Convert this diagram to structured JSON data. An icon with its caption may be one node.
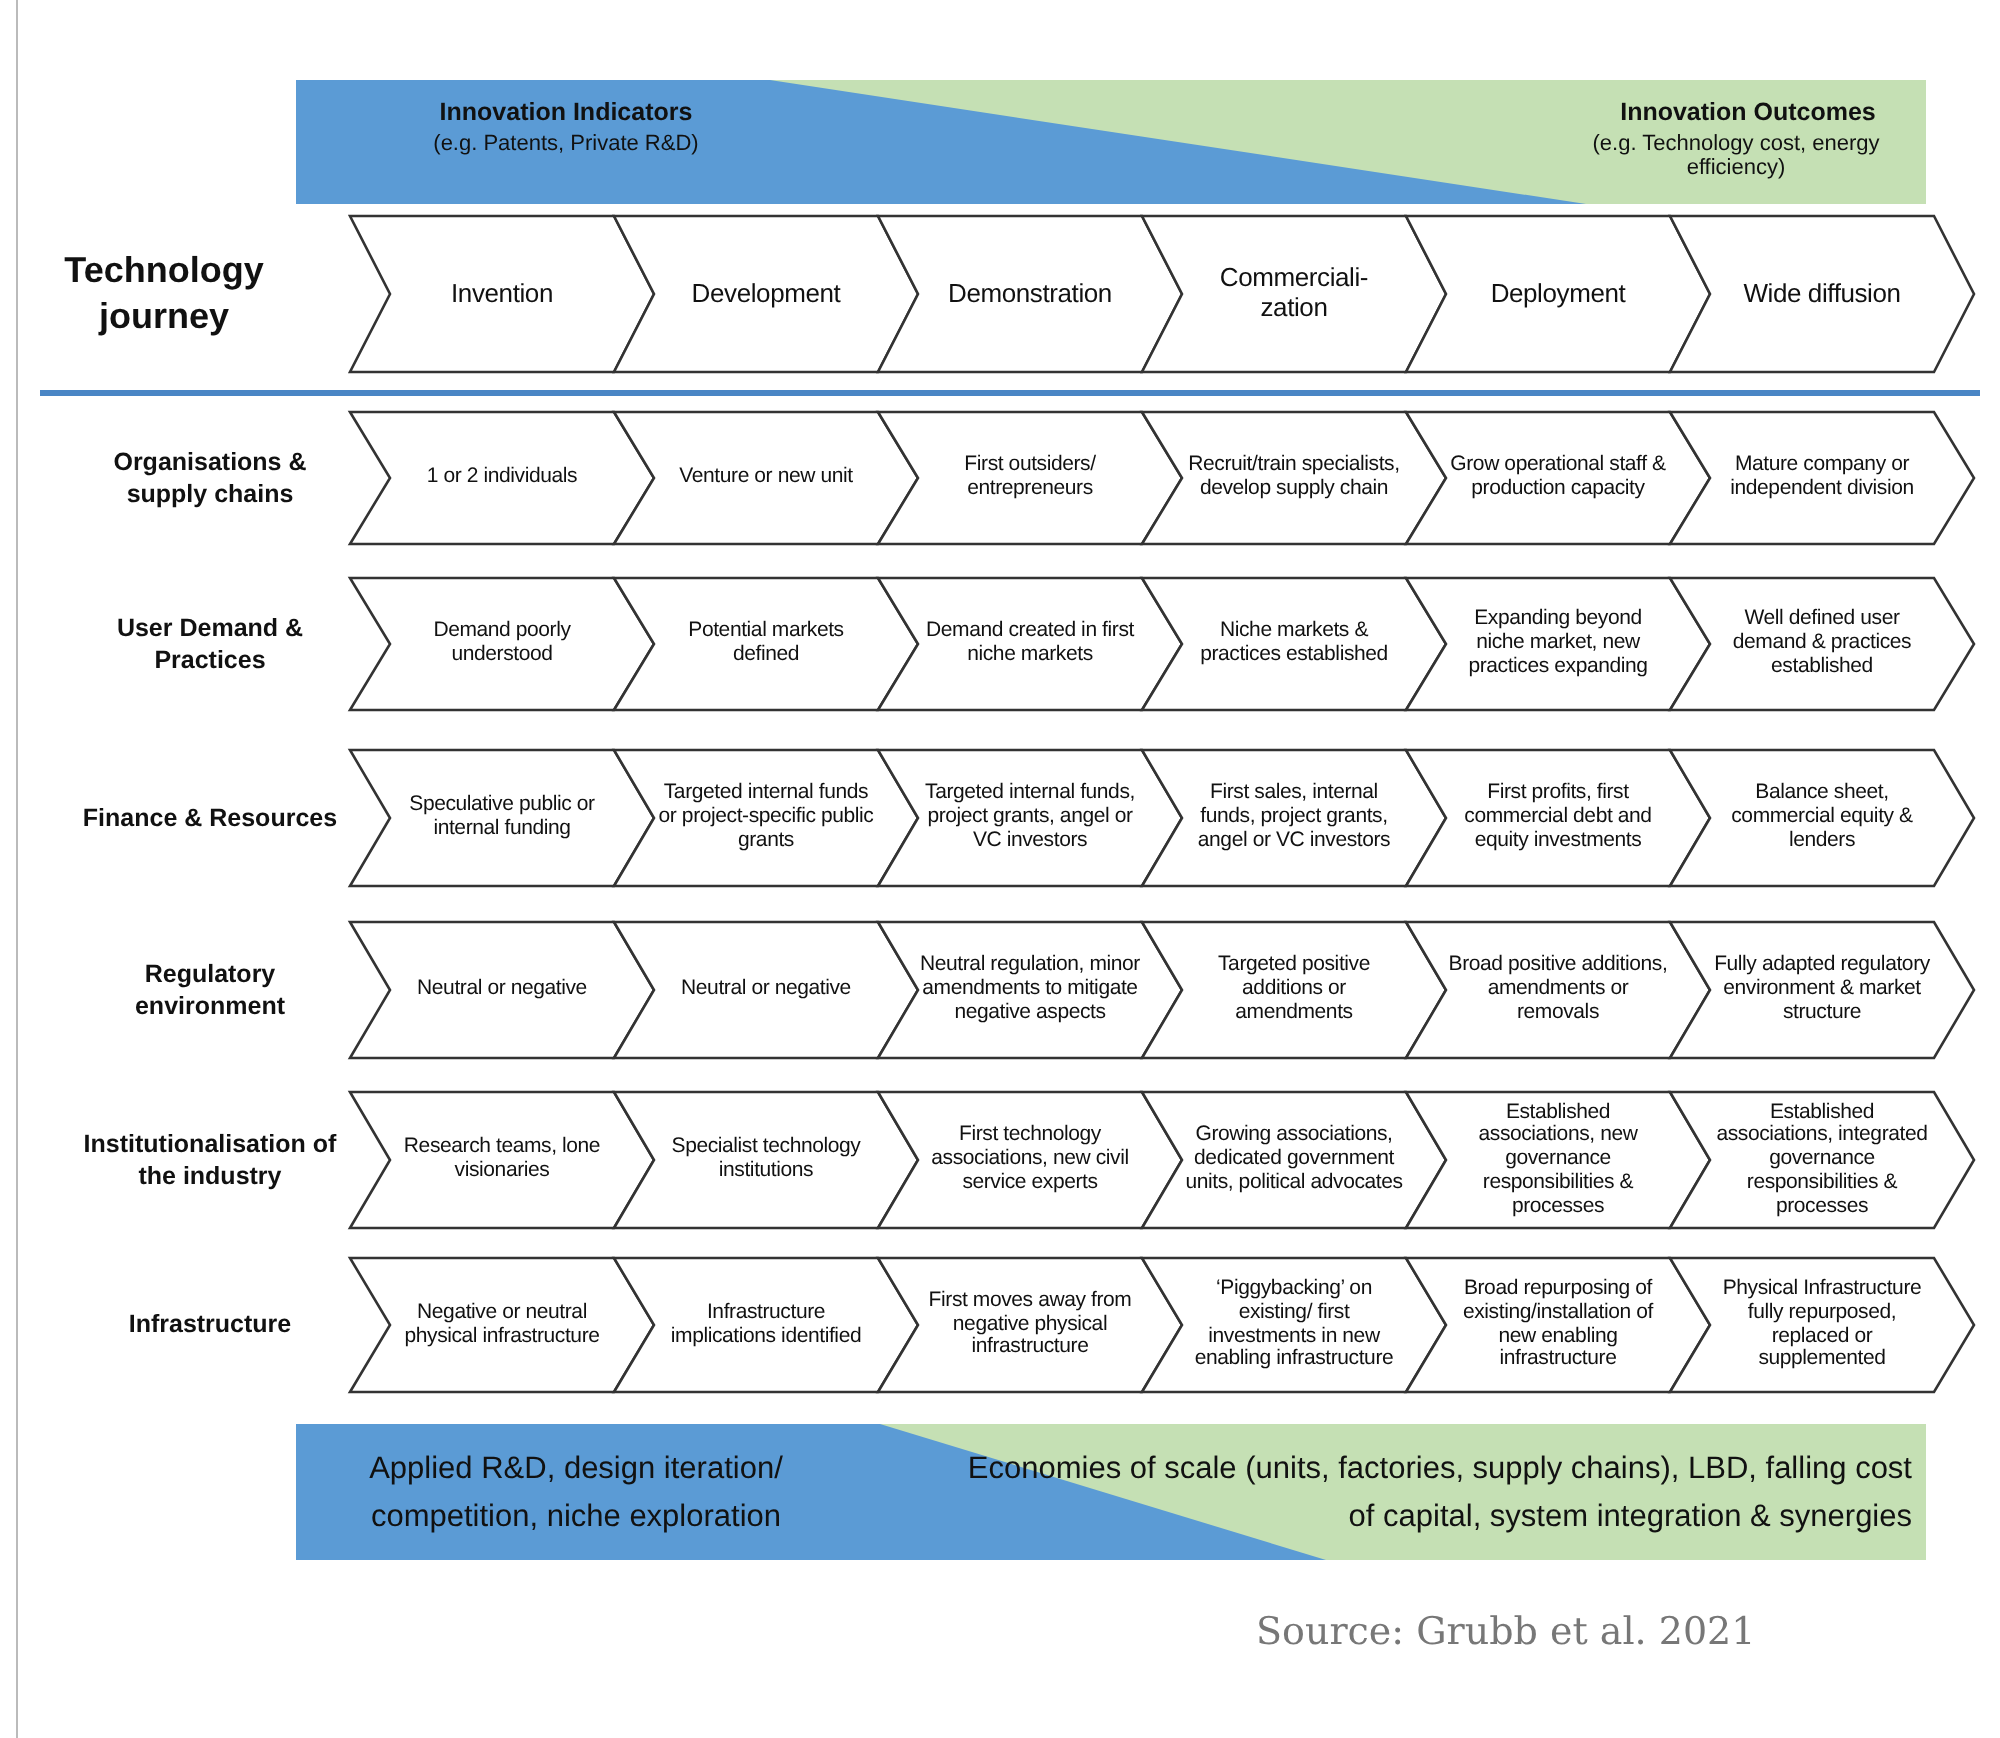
{
  "diagram": {
    "caption": "Source: Grubb et al. 2021",
    "nodes": [
      {
        "text": [
          "Innovation Indicators",
          "(e.g. Patents, Private R&D)",
          "Innovation Outcomes",
          "(e.g. Technology cost, energy efficiency)"
        ]
      },
      {
        "text": [
          "Invention"
        ]
      },
      {
        "text": [
          "Development"
        ]
      },
      {
        "text": [
          "Demonstration"
        ]
      },
      {
        "text": [
          "Commerciali- zation"
        ]
      },
      {
        "text": [
          "Deployment"
        ]
      },
      {
        "text": [
          "Wide diffusion"
        ]
      },
      {
        "text": [
          "1 or 2 individuals"
        ]
      },
      {
        "text": [
          "Venture or new unit"
        ]
      },
      {
        "text": [
          "First outsiders/ entrepreneurs"
        ]
      },
      {
        "text": [
          "Recruit/train specialists, develop supply chain"
        ]
      },
      {
        "text": [
          "Grow operational staff & production capacity"
        ]
      },
      {
        "text": [
          "Mature company or independent division"
        ]
      },
      {
        "text": [
          "Demand poorly understood"
        ]
      },
      {
        "text": [
          "Potential markets defined"
        ]
      },
      {
        "text": [
          "Demand created in first niche markets"
        ]
      },
      {
        "text": [
          "Niche markets & practices established"
        ]
      },
      {
        "text": [
          "Expanding beyond niche market, new practices expanding"
        ]
      },
      {
        "text": [
          "Well defined user demand & practices established"
        ]
      },
      {
        "text": [
          "Speculative public or internal funding"
        ]
      },
      {
        "text": [
          "Targeted internal funds or project-specific public grants"
        ]
      },
      {
        "text": [
          "Targeted internal funds, project grants, angel or VC investors"
        ]
      },
      {
        "text": [
          "First sales, internal funds, project grants, angel or VC investors"
        ]
      },
      {
        "text": [
          "First profits, first commercial debt and equity investments"
        ]
      },
      {
        "text": [
          "Balance sheet, commercial equity & lenders"
        ]
      },
      {
        "text": [
          "Neutral or negative"
        ]
      },
      {
        "text": [
          "Neutral or negative"
        ]
      },
      {
        "text": [
          "Neutral regulation, minor amendments to mitigate negative aspects"
        ]
      },
      {
        "text": [
          "Targeted positive additions or amendments"
        ]
      },
      {
        "text": [
          "Broad positive additions, amendments or removals"
        ]
      },
      {
        "text": [
          "Fully adapted regulatory environment & market structure"
        ]
      },
      {
        "text": [
          "Research teams, lone visionaries"
        ]
      },
      {
        "text": [
          "Specialist technology institutions"
        ]
      },
      {
        "text": [
          "First technology associations, new civil service experts"
        ]
      },
      {
        "text": [
          "Growing associations, dedicated government units, political advocates"
        ]
      },
      {
        "text": [
          "Established associations, new governance responsibilities & processes"
        ]
      },
      {
        "text": [
          "Established associations, integrated governance responsibilities & processes"
        ]
      },
      {
        "text": [
          "Negative or neutral physical infrastructure"
        ]
      },
      {
        "text": [
          "Infrastructure implications identified"
        ]
      },
      {
        "text": [
          "First moves away from negative physical infrastructure"
        ]
      },
      {
        "text": [
          "‘Piggybacking’ on existing/ first investments in new enabling infrastructure"
        ]
      },
      {
        "text": [
          "Broad repurposing of existing/installation of new enabling infrastructure"
        ]
      },
      {
        "text": [
          "Physical Infrastructure fully repurposed, replaced or supplemented"
        ]
      },
      {
        "text": [
          "Applied R&D, design iteration/ competition, niche exploration",
          "Economies of scale (units, factories, supply chains), LBD, falling cost of capital, system integration & synergies"
        ]
      }
    ],
    "labels": [
      "Technology journey",
      "Organisations & supply chains",
      "User Demand & Practices",
      "Finance & Resources",
      "Regulatory environment",
      "Institutionalisation of the industry",
      "Infrastructure"
    ]
  }
}
